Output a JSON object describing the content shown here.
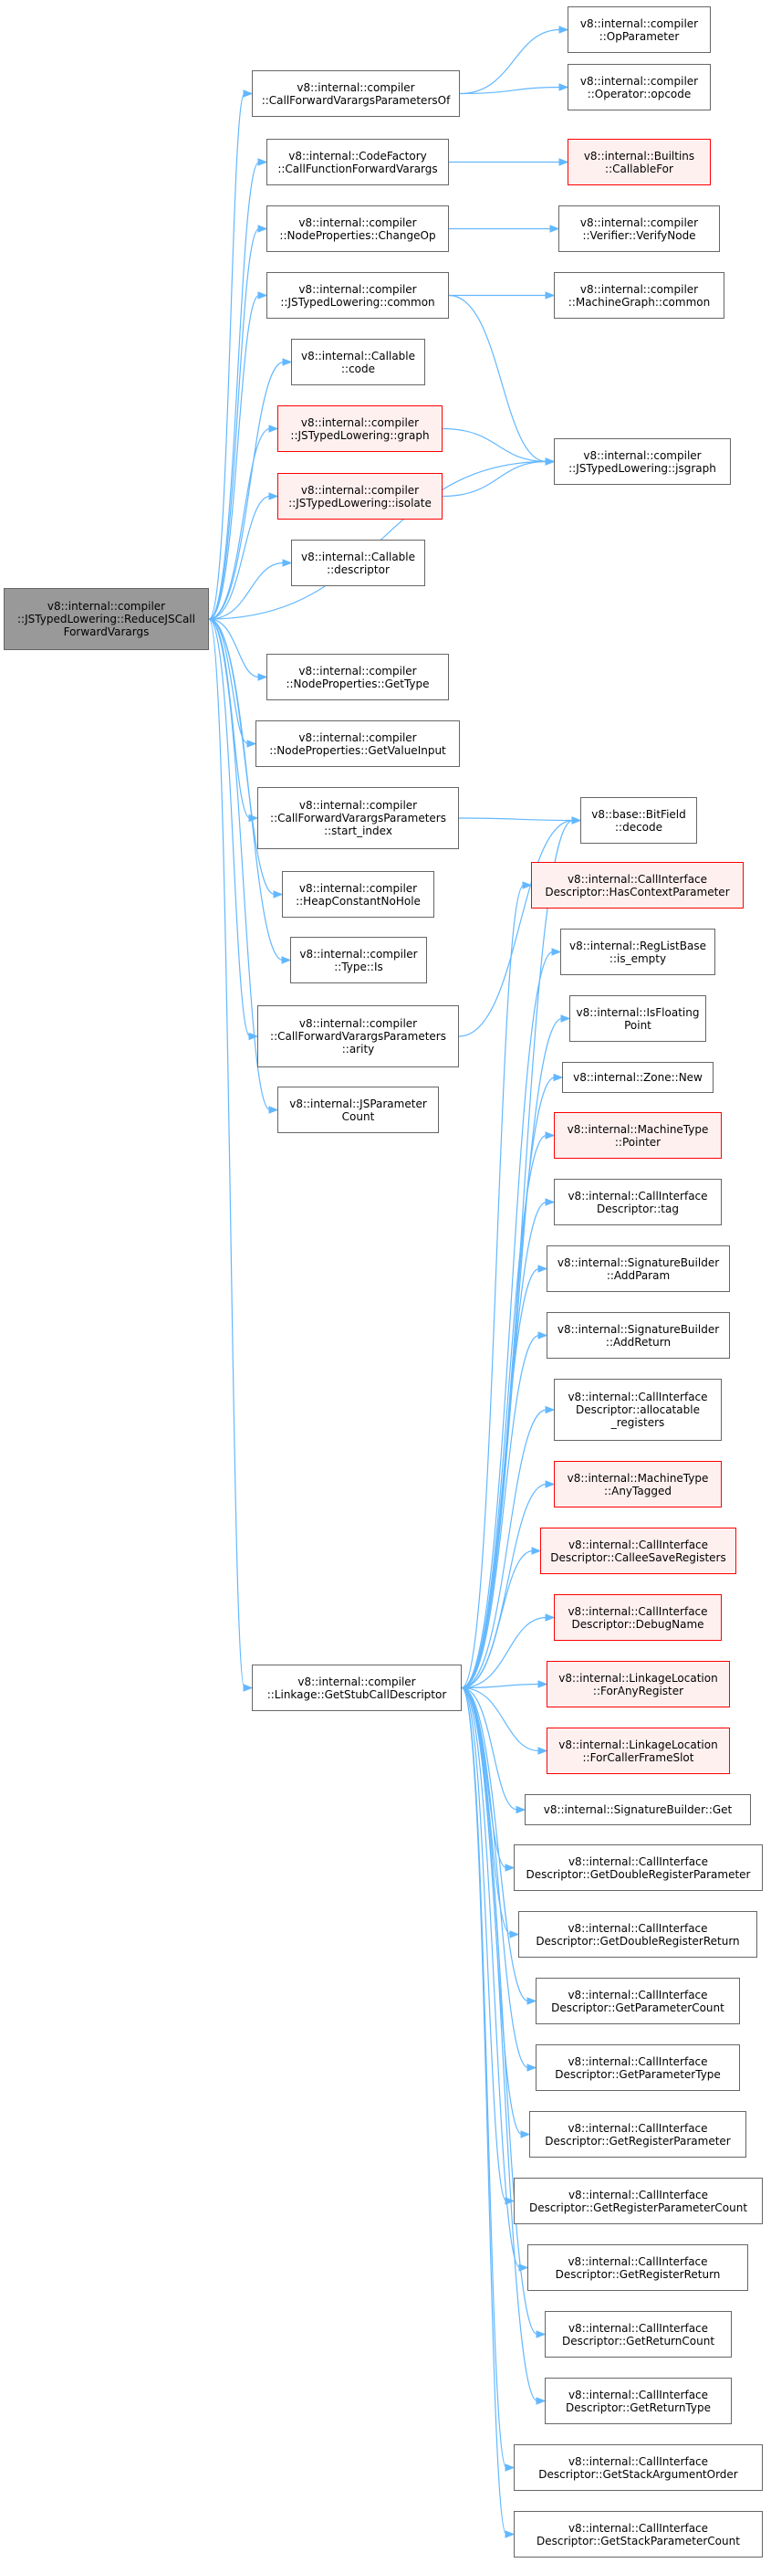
{
  "colors": {
    "edge": "#63b8ff",
    "root_fill": "#999999",
    "node_border": "#666666",
    "ext_border": "#ff0000",
    "ext_fill": "#fff0f0"
  },
  "nodes": {
    "n0": {
      "lines": [
        "v8::internal::compiler",
        "::JSTypedLowering::ReduceJSCall",
        "ForwardVarargs"
      ],
      "kind": "root"
    },
    "n1": {
      "lines": [
        "v8::internal::compiler",
        "::CallForwardVarargsParametersOf"
      ],
      "kind": "normal"
    },
    "n2": {
      "lines": [
        "v8::internal::compiler",
        "::OpParameter"
      ],
      "kind": "normal"
    },
    "n3": {
      "lines": [
        "v8::internal::compiler",
        "::Operator::opcode"
      ],
      "kind": "normal"
    },
    "n4": {
      "lines": [
        "v8::internal::CodeFactory",
        "::CallFunctionForwardVarargs"
      ],
      "kind": "normal"
    },
    "n5": {
      "lines": [
        "v8::internal::Builtins",
        "::CallableFor"
      ],
      "kind": "external"
    },
    "n6": {
      "lines": [
        "v8::internal::compiler",
        "::NodeProperties::ChangeOp"
      ],
      "kind": "normal"
    },
    "n7": {
      "lines": [
        "v8::internal::compiler",
        "::Verifier::VerifyNode"
      ],
      "kind": "normal"
    },
    "n8": {
      "lines": [
        "v8::internal::compiler",
        "::JSTypedLowering::common"
      ],
      "kind": "normal"
    },
    "n9": {
      "lines": [
        "v8::internal::compiler",
        "::MachineGraph::common"
      ],
      "kind": "normal"
    },
    "n10": {
      "lines": [
        "v8::internal::Callable",
        "::code"
      ],
      "kind": "normal"
    },
    "n11": {
      "lines": [
        "v8::internal::compiler",
        "::JSTypedLowering::graph"
      ],
      "kind": "external"
    },
    "n12": {
      "lines": [
        "v8::internal::compiler",
        "::JSTypedLowering::jsgraph"
      ],
      "kind": "normal"
    },
    "n13": {
      "lines": [
        "v8::internal::compiler",
        "::JSTypedLowering::isolate"
      ],
      "kind": "external"
    },
    "n14": {
      "lines": [
        "v8::internal::Callable",
        "::descriptor"
      ],
      "kind": "normal"
    },
    "n15": {
      "lines": [
        "v8::internal::compiler",
        "::NodeProperties::GetType"
      ],
      "kind": "normal"
    },
    "n16": {
      "lines": [
        "v8::internal::compiler",
        "::NodeProperties::GetValueInput"
      ],
      "kind": "normal"
    },
    "n17": {
      "lines": [
        "v8::internal::compiler",
        "::CallForwardVarargsParameters",
        "::start_index"
      ],
      "kind": "normal"
    },
    "n18": {
      "lines": [
        "v8::base::BitField",
        "::decode"
      ],
      "kind": "normal"
    },
    "n19": {
      "lines": [
        "v8::internal::compiler",
        "::HeapConstantNoHole"
      ],
      "kind": "normal"
    },
    "n20": {
      "lines": [
        "v8::internal::compiler",
        "::Type::Is"
      ],
      "kind": "normal"
    },
    "n21": {
      "lines": [
        "v8::internal::compiler",
        "::CallForwardVarargsParameters",
        "::arity"
      ],
      "kind": "normal"
    },
    "n22": {
      "lines": [
        "v8::internal::JSParameter",
        "Count"
      ],
      "kind": "normal"
    },
    "n23": {
      "lines": [
        "v8::internal::compiler",
        "::Linkage::GetStubCallDescriptor"
      ],
      "kind": "normal"
    },
    "n24": {
      "lines": [
        "v8::internal::CallInterface",
        "Descriptor::HasContextParameter"
      ],
      "kind": "external"
    },
    "n25": {
      "lines": [
        "v8::internal::RegListBase",
        "::is_empty"
      ],
      "kind": "normal"
    },
    "n26": {
      "lines": [
        "v8::internal::IsFloating",
        "Point"
      ],
      "kind": "normal"
    },
    "n27": {
      "lines": [
        "v8::internal::Zone::New"
      ],
      "kind": "normal"
    },
    "n28": {
      "lines": [
        "v8::internal::MachineType",
        "::Pointer"
      ],
      "kind": "external"
    },
    "n29": {
      "lines": [
        "v8::internal::CallInterface",
        "Descriptor::tag"
      ],
      "kind": "normal"
    },
    "n30": {
      "lines": [
        "v8::internal::SignatureBuilder",
        "::AddParam"
      ],
      "kind": "normal"
    },
    "n31": {
      "lines": [
        "v8::internal::SignatureBuilder",
        "::AddReturn"
      ],
      "kind": "normal"
    },
    "n32": {
      "lines": [
        "v8::internal::CallInterface",
        "Descriptor::allocatable",
        "_registers"
      ],
      "kind": "normal"
    },
    "n33": {
      "lines": [
        "v8::internal::MachineType",
        "::AnyTagged"
      ],
      "kind": "external"
    },
    "n34": {
      "lines": [
        "v8::internal::CallInterface",
        "Descriptor::CalleeSaveRegisters"
      ],
      "kind": "external"
    },
    "n35": {
      "lines": [
        "v8::internal::CallInterface",
        "Descriptor::DebugName"
      ],
      "kind": "external"
    },
    "n36": {
      "lines": [
        "v8::internal::LinkageLocation",
        "::ForAnyRegister"
      ],
      "kind": "external"
    },
    "n37": {
      "lines": [
        "v8::internal::LinkageLocation",
        "::ForCallerFrameSlot"
      ],
      "kind": "external"
    },
    "n38": {
      "lines": [
        "v8::internal::SignatureBuilder::Get"
      ],
      "kind": "normal"
    },
    "n39": {
      "lines": [
        "v8::internal::CallInterface",
        "Descriptor::GetDoubleRegisterParameter"
      ],
      "kind": "normal"
    },
    "n40": {
      "lines": [
        "v8::internal::CallInterface",
        "Descriptor::GetDoubleRegisterReturn"
      ],
      "kind": "normal"
    },
    "n41": {
      "lines": [
        "v8::internal::CallInterface",
        "Descriptor::GetParameterCount"
      ],
      "kind": "normal"
    },
    "n42": {
      "lines": [
        "v8::internal::CallInterface",
        "Descriptor::GetParameterType"
      ],
      "kind": "normal"
    },
    "n43": {
      "lines": [
        "v8::internal::CallInterface",
        "Descriptor::GetRegisterParameter"
      ],
      "kind": "normal"
    },
    "n44": {
      "lines": [
        "v8::internal::CallInterface",
        "Descriptor::GetRegisterParameterCount"
      ],
      "kind": "normal"
    },
    "n45": {
      "lines": [
        "v8::internal::CallInterface",
        "Descriptor::GetRegisterReturn"
      ],
      "kind": "normal"
    },
    "n46": {
      "lines": [
        "v8::internal::CallInterface",
        "Descriptor::GetReturnCount"
      ],
      "kind": "normal"
    },
    "n47": {
      "lines": [
        "v8::internal::CallInterface",
        "Descriptor::GetReturnType"
      ],
      "kind": "normal"
    },
    "n48": {
      "lines": [
        "v8::internal::CallInterface",
        "Descriptor::GetStackArgumentOrder"
      ],
      "kind": "normal"
    },
    "n49": {
      "lines": [
        "v8::internal::CallInterface",
        "Descriptor::GetStackParameterCount"
      ],
      "kind": "normal"
    }
  },
  "edges": [
    [
      "n0",
      "n1"
    ],
    [
      "n0",
      "n4"
    ],
    [
      "n0",
      "n6"
    ],
    [
      "n0",
      "n8"
    ],
    [
      "n0",
      "n10"
    ],
    [
      "n0",
      "n11"
    ],
    [
      "n0",
      "n13"
    ],
    [
      "n0",
      "n12"
    ],
    [
      "n0",
      "n14"
    ],
    [
      "n0",
      "n15"
    ],
    [
      "n0",
      "n16"
    ],
    [
      "n0",
      "n17"
    ],
    [
      "n0",
      "n19"
    ],
    [
      "n0",
      "n20"
    ],
    [
      "n0",
      "n21"
    ],
    [
      "n0",
      "n22"
    ],
    [
      "n0",
      "n23"
    ],
    [
      "n1",
      "n2"
    ],
    [
      "n1",
      "n3"
    ],
    [
      "n4",
      "n5"
    ],
    [
      "n6",
      "n7"
    ],
    [
      "n8",
      "n9"
    ],
    [
      "n8",
      "n12"
    ],
    [
      "n11",
      "n12"
    ],
    [
      "n13",
      "n12"
    ],
    [
      "n17",
      "n18"
    ],
    [
      "n21",
      "n18"
    ],
    [
      "n23",
      "n18"
    ],
    [
      "n23",
      "n24"
    ],
    [
      "n23",
      "n25"
    ],
    [
      "n23",
      "n26"
    ],
    [
      "n23",
      "n27"
    ],
    [
      "n23",
      "n28"
    ],
    [
      "n23",
      "n29"
    ],
    [
      "n23",
      "n30"
    ],
    [
      "n23",
      "n31"
    ],
    [
      "n23",
      "n32"
    ],
    [
      "n23",
      "n33"
    ],
    [
      "n23",
      "n34"
    ],
    [
      "n23",
      "n35"
    ],
    [
      "n23",
      "n36"
    ],
    [
      "n23",
      "n37"
    ],
    [
      "n23",
      "n38"
    ],
    [
      "n23",
      "n39"
    ],
    [
      "n23",
      "n40"
    ],
    [
      "n23",
      "n41"
    ],
    [
      "n23",
      "n42"
    ],
    [
      "n23",
      "n43"
    ],
    [
      "n23",
      "n44"
    ],
    [
      "n23",
      "n45"
    ],
    [
      "n23",
      "n46"
    ],
    [
      "n23",
      "n47"
    ],
    [
      "n23",
      "n48"
    ],
    [
      "n23",
      "n49"
    ]
  ]
}
